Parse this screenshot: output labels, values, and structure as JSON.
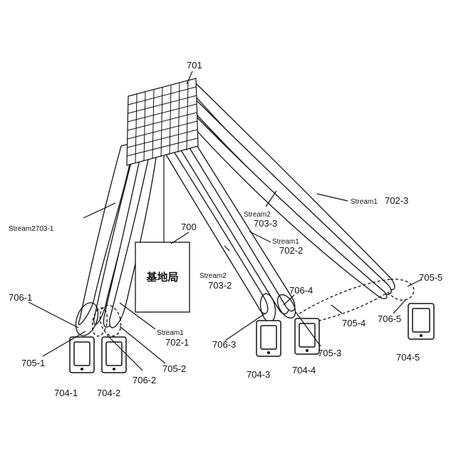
{
  "labels": {
    "antenna_array": "701",
    "base_station_ref": "700",
    "base_station_text": "基地局",
    "stream2_left": "Stream2703-1",
    "stream1_left_a": "Stream1",
    "stream1_left_b": "702-1",
    "stream2_mid_a": "Stream2",
    "stream2_mid_b": "703-2",
    "stream1_mid_a": "Stream1",
    "stream1_mid_b": "702-2",
    "stream2_right_a": "Stream2",
    "stream2_right_b": "703-3",
    "stream1_right": "Stream1",
    "stream1_right_num": "702-3",
    "beam_706_1": "706-1",
    "beam_705_1": "705-1",
    "beam_706_2": "706-2",
    "beam_705_2": "705-2",
    "beam_706_3": "706-3",
    "beam_706_4": "706-4",
    "beam_705_3": "705-3",
    "beam_705_4": "705-4",
    "beam_706_5": "706-5",
    "beam_705_5": "705-5",
    "device_704_1": "704-1",
    "device_704_2": "704-2",
    "device_704_3": "704-3",
    "device_704_4": "704-4",
    "device_704_5": "704-5"
  }
}
